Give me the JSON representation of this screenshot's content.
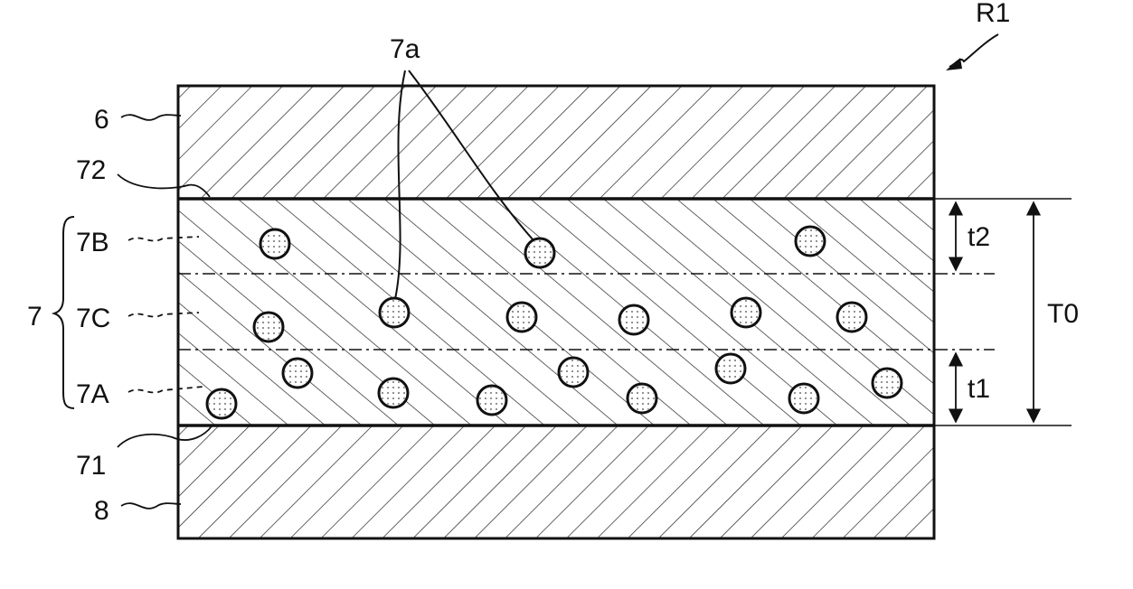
{
  "figure_label": "R1",
  "particles_label": "7a",
  "layers": {
    "upper_layer": "6",
    "upper_interface": "72",
    "layer_7B": "7B",
    "layer_7": "7",
    "layer_7C": "7C",
    "layer_7A": "7A",
    "lower_interface": "71",
    "lower_layer": "8"
  },
  "dimensions": {
    "t2": "t2",
    "T0": "T0",
    "t1": "t1"
  }
}
